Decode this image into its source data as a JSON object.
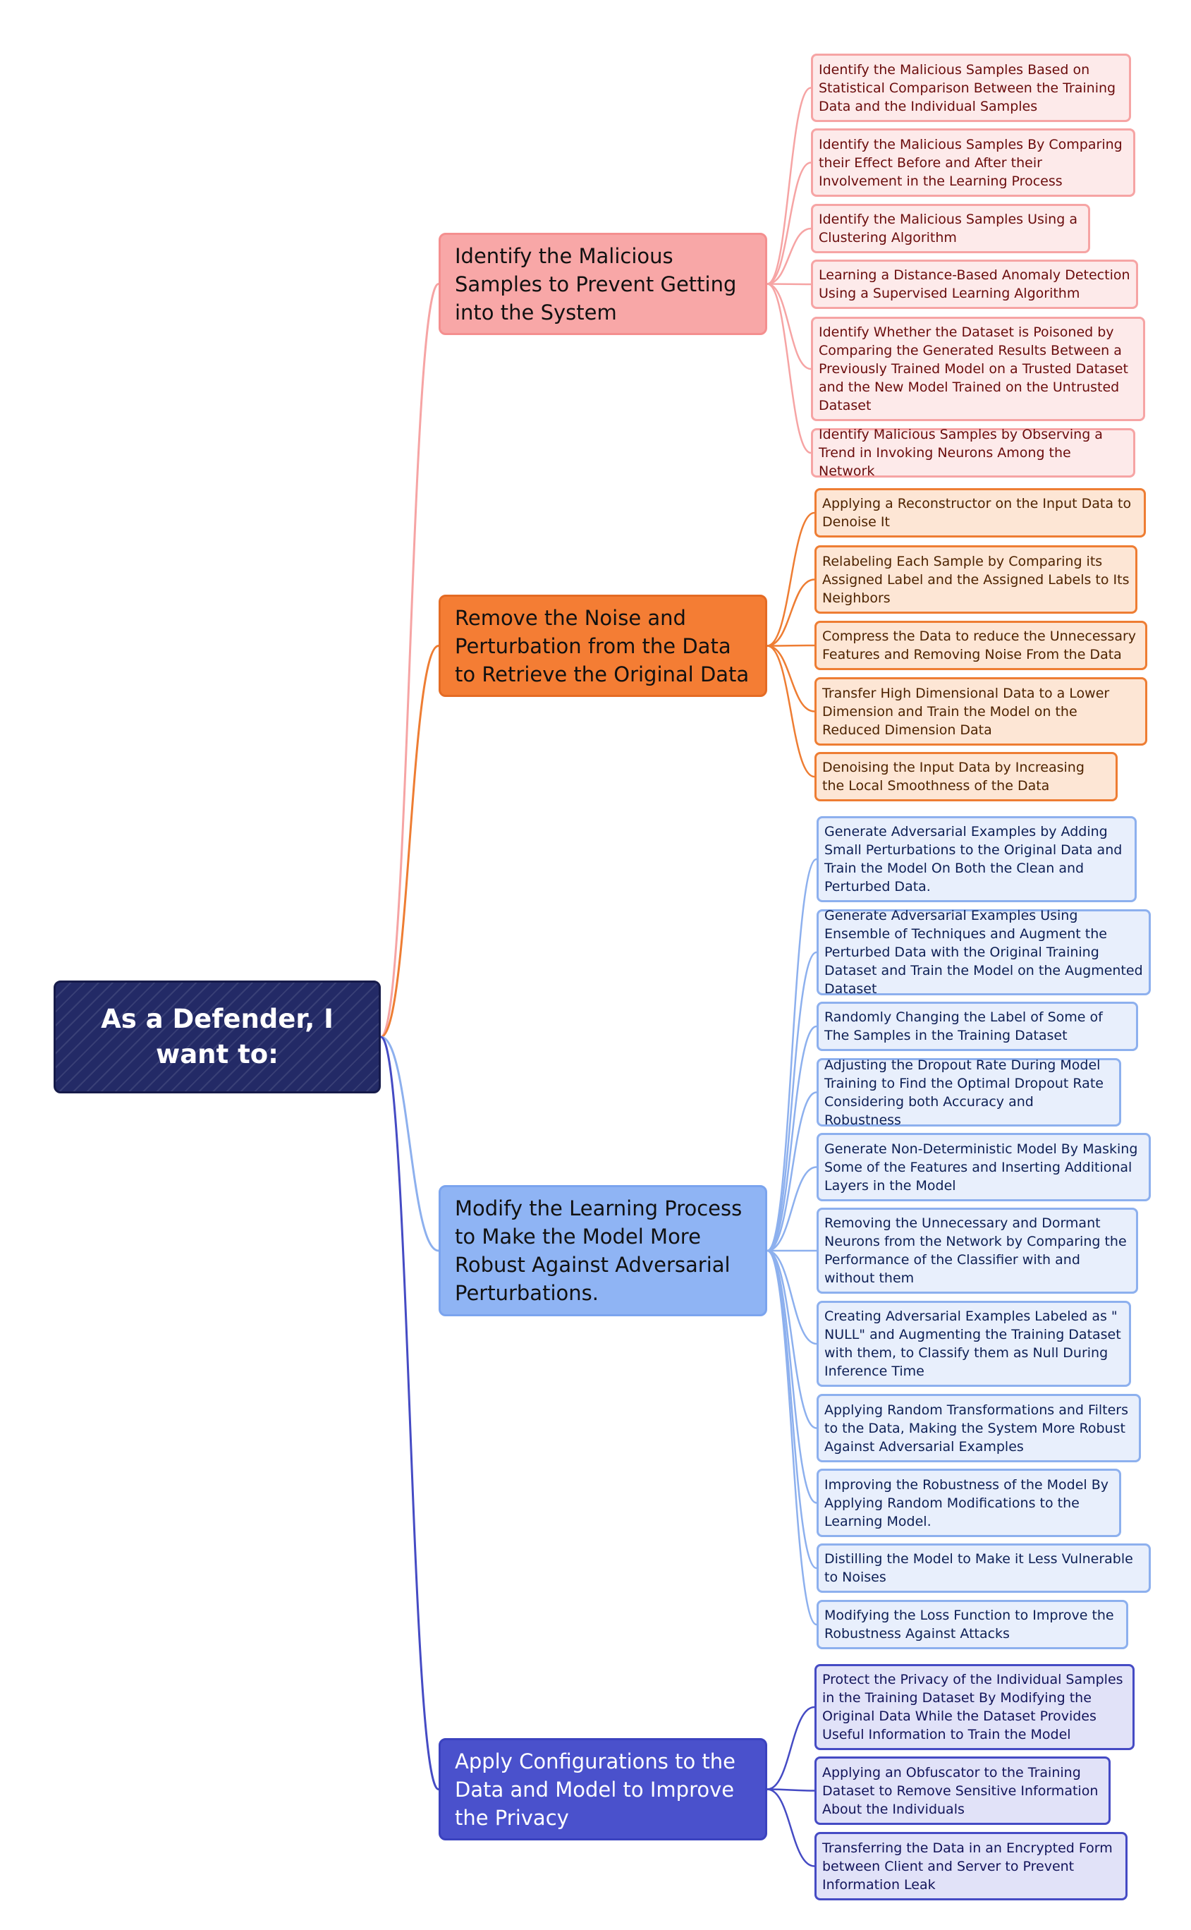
{
  "colors": {
    "root": "#232a66",
    "branch_1": "#f8a7a7",
    "branch_2": "#f47d34",
    "branch_3": "#8fb4f4",
    "branch_4": "#4a51cc"
  },
  "root": {
    "label": "As a Defender, I want to:"
  },
  "branches": [
    {
      "label": "Identify the Malicious Samples to Prevent Getting into the System",
      "leaves": [
        "Identify the Malicious Samples Based on Statistical Comparison Between the Training Data and the Individual Samples",
        "Identify the Malicious Samples By Comparing their Effect Before and After their Involvement in the Learning Process",
        "Identify the Malicious Samples Using a Clustering Algorithm",
        "Learning a Distance-Based Anomaly Detection Using a Supervised Learning Algorithm",
        "Identify Whether the Dataset is Poisoned by Comparing the Generated Results Between a Previously Trained Model on a Trusted Dataset and the New Model Trained on the Untrusted Dataset",
        "Identify Malicious Samples by Observing a Trend in Invoking Neurons Among the Network"
      ]
    },
    {
      "label": "Remove the Noise and Perturbation from the Data to Retrieve the Original Data",
      "leaves": [
        "Applying a Reconstructor on the Input Data to Denoise It",
        "Relabeling Each Sample by Comparing its Assigned Label and the Assigned Labels to Its Neighbors",
        "Compress the Data to reduce the Unnecessary Features and Removing Noise From the Data",
        "Transfer High Dimensional Data to a Lower Dimension and Train the Model on the Reduced Dimension Data",
        "Denoising the Input Data by Increasing the Local Smoothness of the Data"
      ]
    },
    {
      "label": "Modify the Learning Process to Make the Model More Robust Against Adversarial Perturbations.",
      "leaves": [
        "Generate Adversarial Examples by Adding Small Perturbations to the Original Data and Train the Model On Both the Clean and Perturbed Data.",
        "Generate Adversarial Examples Using Ensemble of Techniques and Augment the Perturbed Data with the Original Training Dataset and Train the Model on the Augmented Dataset",
        "Randomly Changing the Label of Some of The Samples in the Training Dataset",
        "Adjusting the Dropout Rate During Model Training to Find the Optimal Dropout Rate Considering both Accuracy and Robustness",
        "Generate Non-Deterministic Model By Masking Some of the Features and Inserting Additional Layers in the Model",
        "Removing the Unnecessary and Dormant Neurons from the Network by Comparing the Performance of the Classifier with and without them",
        "Creating Adversarial Examples Labeled as \" NULL\" and Augmenting the Training Dataset with them, to Classify them as Null During Inference Time",
        "Applying Random Transformations and Filters to the Data, Making the System More Robust Against Adversarial Examples",
        "Improving the Robustness of the Model By Applying Random Modifications to the Learning Model.",
        "Distilling the Model to Make it Less Vulnerable to Noises",
        "Modifying the Loss Function to Improve the Robustness Against Attacks"
      ]
    },
    {
      "label": "Apply Configurations to the Data and Model to Improve the Privacy",
      "leaves": [
        "Protect the Privacy of the Individual Samples in the Training Dataset By Modifying the Original Data While the Dataset Provides Useful Information to Train the Model",
        "Applying an Obfuscator to the Training Dataset to Remove Sensitive Information About the Individuals",
        "Transferring the Data in an Encrypted Form between Client and Server to Prevent Information Leak"
      ]
    }
  ]
}
